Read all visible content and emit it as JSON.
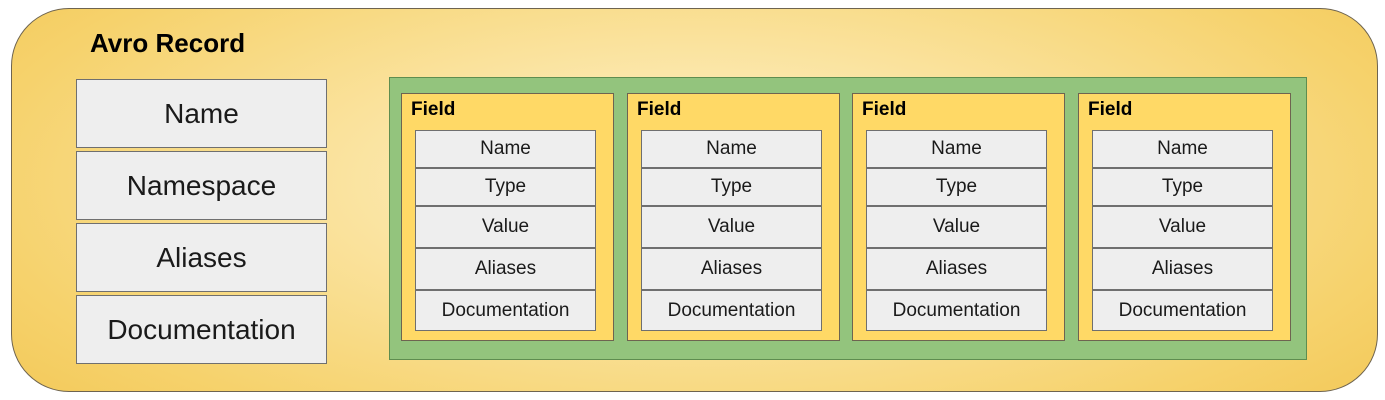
{
  "record": {
    "title": "Avro Record",
    "properties": [
      "Name",
      "Namespace",
      "Aliases",
      "Documentation"
    ]
  },
  "fields": [
    {
      "title": "Field",
      "properties": [
        "Name",
        "Type",
        "Value",
        "Aliases",
        "Documentation"
      ]
    },
    {
      "title": "Field",
      "properties": [
        "Name",
        "Type",
        "Value",
        "Aliases",
        "Documentation"
      ]
    },
    {
      "title": "Field",
      "properties": [
        "Name",
        "Type",
        "Value",
        "Aliases",
        "Documentation"
      ]
    },
    {
      "title": "Field",
      "properties": [
        "Name",
        "Type",
        "Value",
        "Aliases",
        "Documentation"
      ]
    }
  ],
  "colors": {
    "record_fill": "#f6d26c",
    "fields_panel_fill": "#93c47d",
    "field_fill": "#ffd966",
    "property_box_fill": "#eeeeee"
  }
}
